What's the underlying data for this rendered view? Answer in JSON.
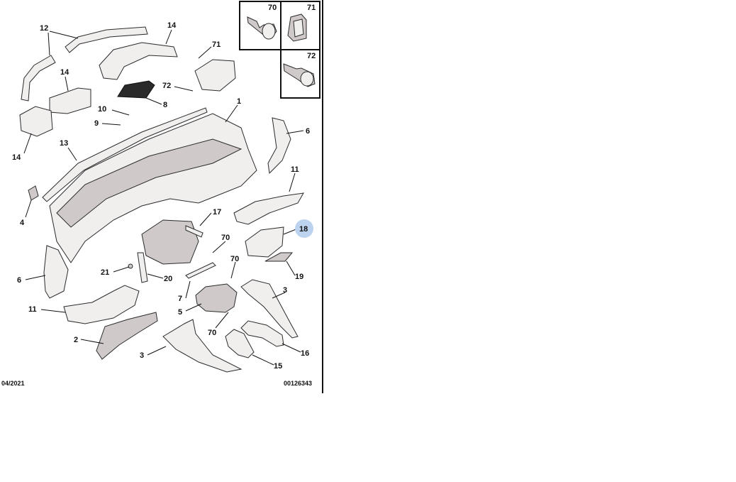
{
  "footer": {
    "date": "04/2021",
    "ref": "00126343"
  },
  "insets": [
    {
      "id": "70",
      "label": "70"
    },
    {
      "id": "71",
      "label": "71"
    },
    {
      "id": "72",
      "label": "72"
    }
  ],
  "callouts": [
    "12",
    "14",
    "14",
    "71",
    "72",
    "8",
    "1",
    "10",
    "9",
    "13",
    "14",
    "6",
    "11",
    "4",
    "17",
    "18",
    "70",
    "6",
    "21",
    "20",
    "70",
    "19",
    "7",
    "3",
    "11",
    "5",
    "70",
    "2",
    "3",
    "16",
    "15"
  ],
  "highlighted_callout": "18"
}
